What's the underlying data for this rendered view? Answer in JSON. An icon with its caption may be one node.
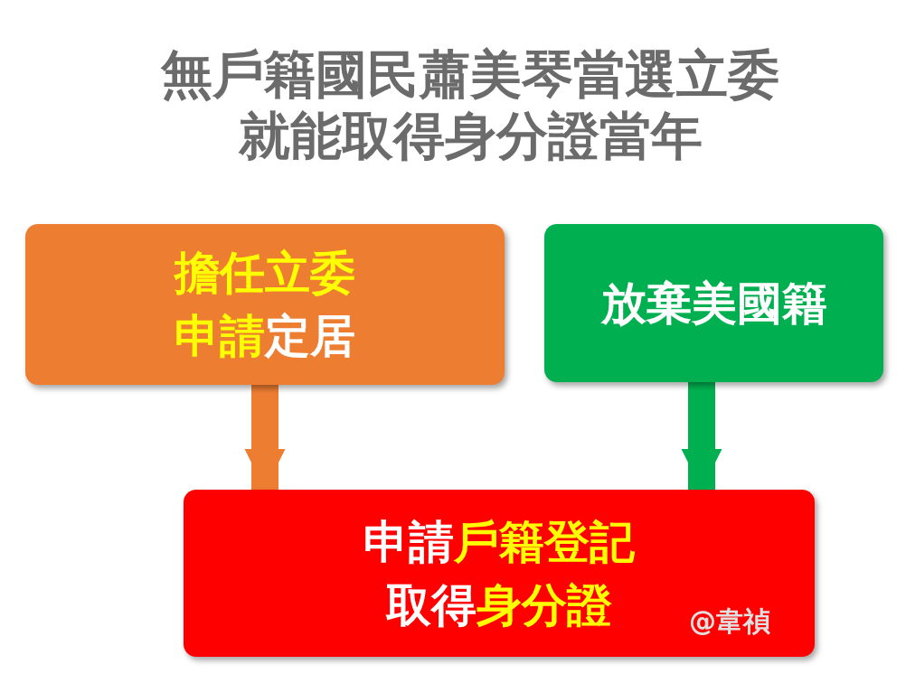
{
  "diagram": {
    "title": "無戶籍國民蕭美琴當選立委就能取得身分證當年",
    "nodes": [
      {
        "text": [
          "擔任立委",
          "**申請**定居"
        ]
      },
      {
        "text": [
          "放棄美國籍"
        ]
      },
      {
        "text": [
          "申請**戶籍登記**",
          "取得**身分證**"
        ]
      }
    ],
    "edges": [
      {
        "from": 0,
        "to": 2,
        "arrow": "to",
        "color": "#ed7d31"
      },
      {
        "from": 1,
        "to": 2,
        "arrow": "to",
        "color": "#00b050"
      }
    ],
    "labels": [
      "@韋禎"
    ]
  }
}
